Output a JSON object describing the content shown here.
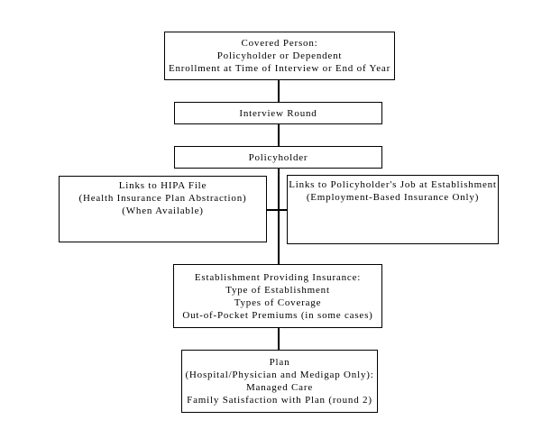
{
  "colors": {
    "background": "#ffffff",
    "border": "#000000",
    "text": "#000000",
    "connector": "#000000"
  },
  "boxes": {
    "covered_person": {
      "lines": [
        "Covered Person:",
        "Policyholder or Dependent",
        "Enrollment at Time of Interview or End of Year"
      ]
    },
    "interview_round": {
      "lines": [
        "Interview Round"
      ]
    },
    "policyholder": {
      "lines": [
        "Policyholder"
      ]
    },
    "hipa_file": {
      "lines": [
        "Links to HIPA File",
        "(Health Insurance Plan Abstraction)",
        "(When Available)"
      ]
    },
    "job_link": {
      "lines": [
        "Links to Policyholder's Job at Establishment",
        "(Employment-Based Insurance Only)"
      ]
    },
    "establishment": {
      "lines": [
        "Establishment Providing Insurance:",
        "Type of Establishment",
        "Types of Coverage",
        "Out-of-Pocket Premiums (in some cases)"
      ]
    },
    "plan": {
      "lines": [
        "Plan",
        "(Hospital/Physician and Medigap Only):",
        "Managed Care",
        "Family Satisfaction with Plan (round 2)"
      ]
    }
  }
}
